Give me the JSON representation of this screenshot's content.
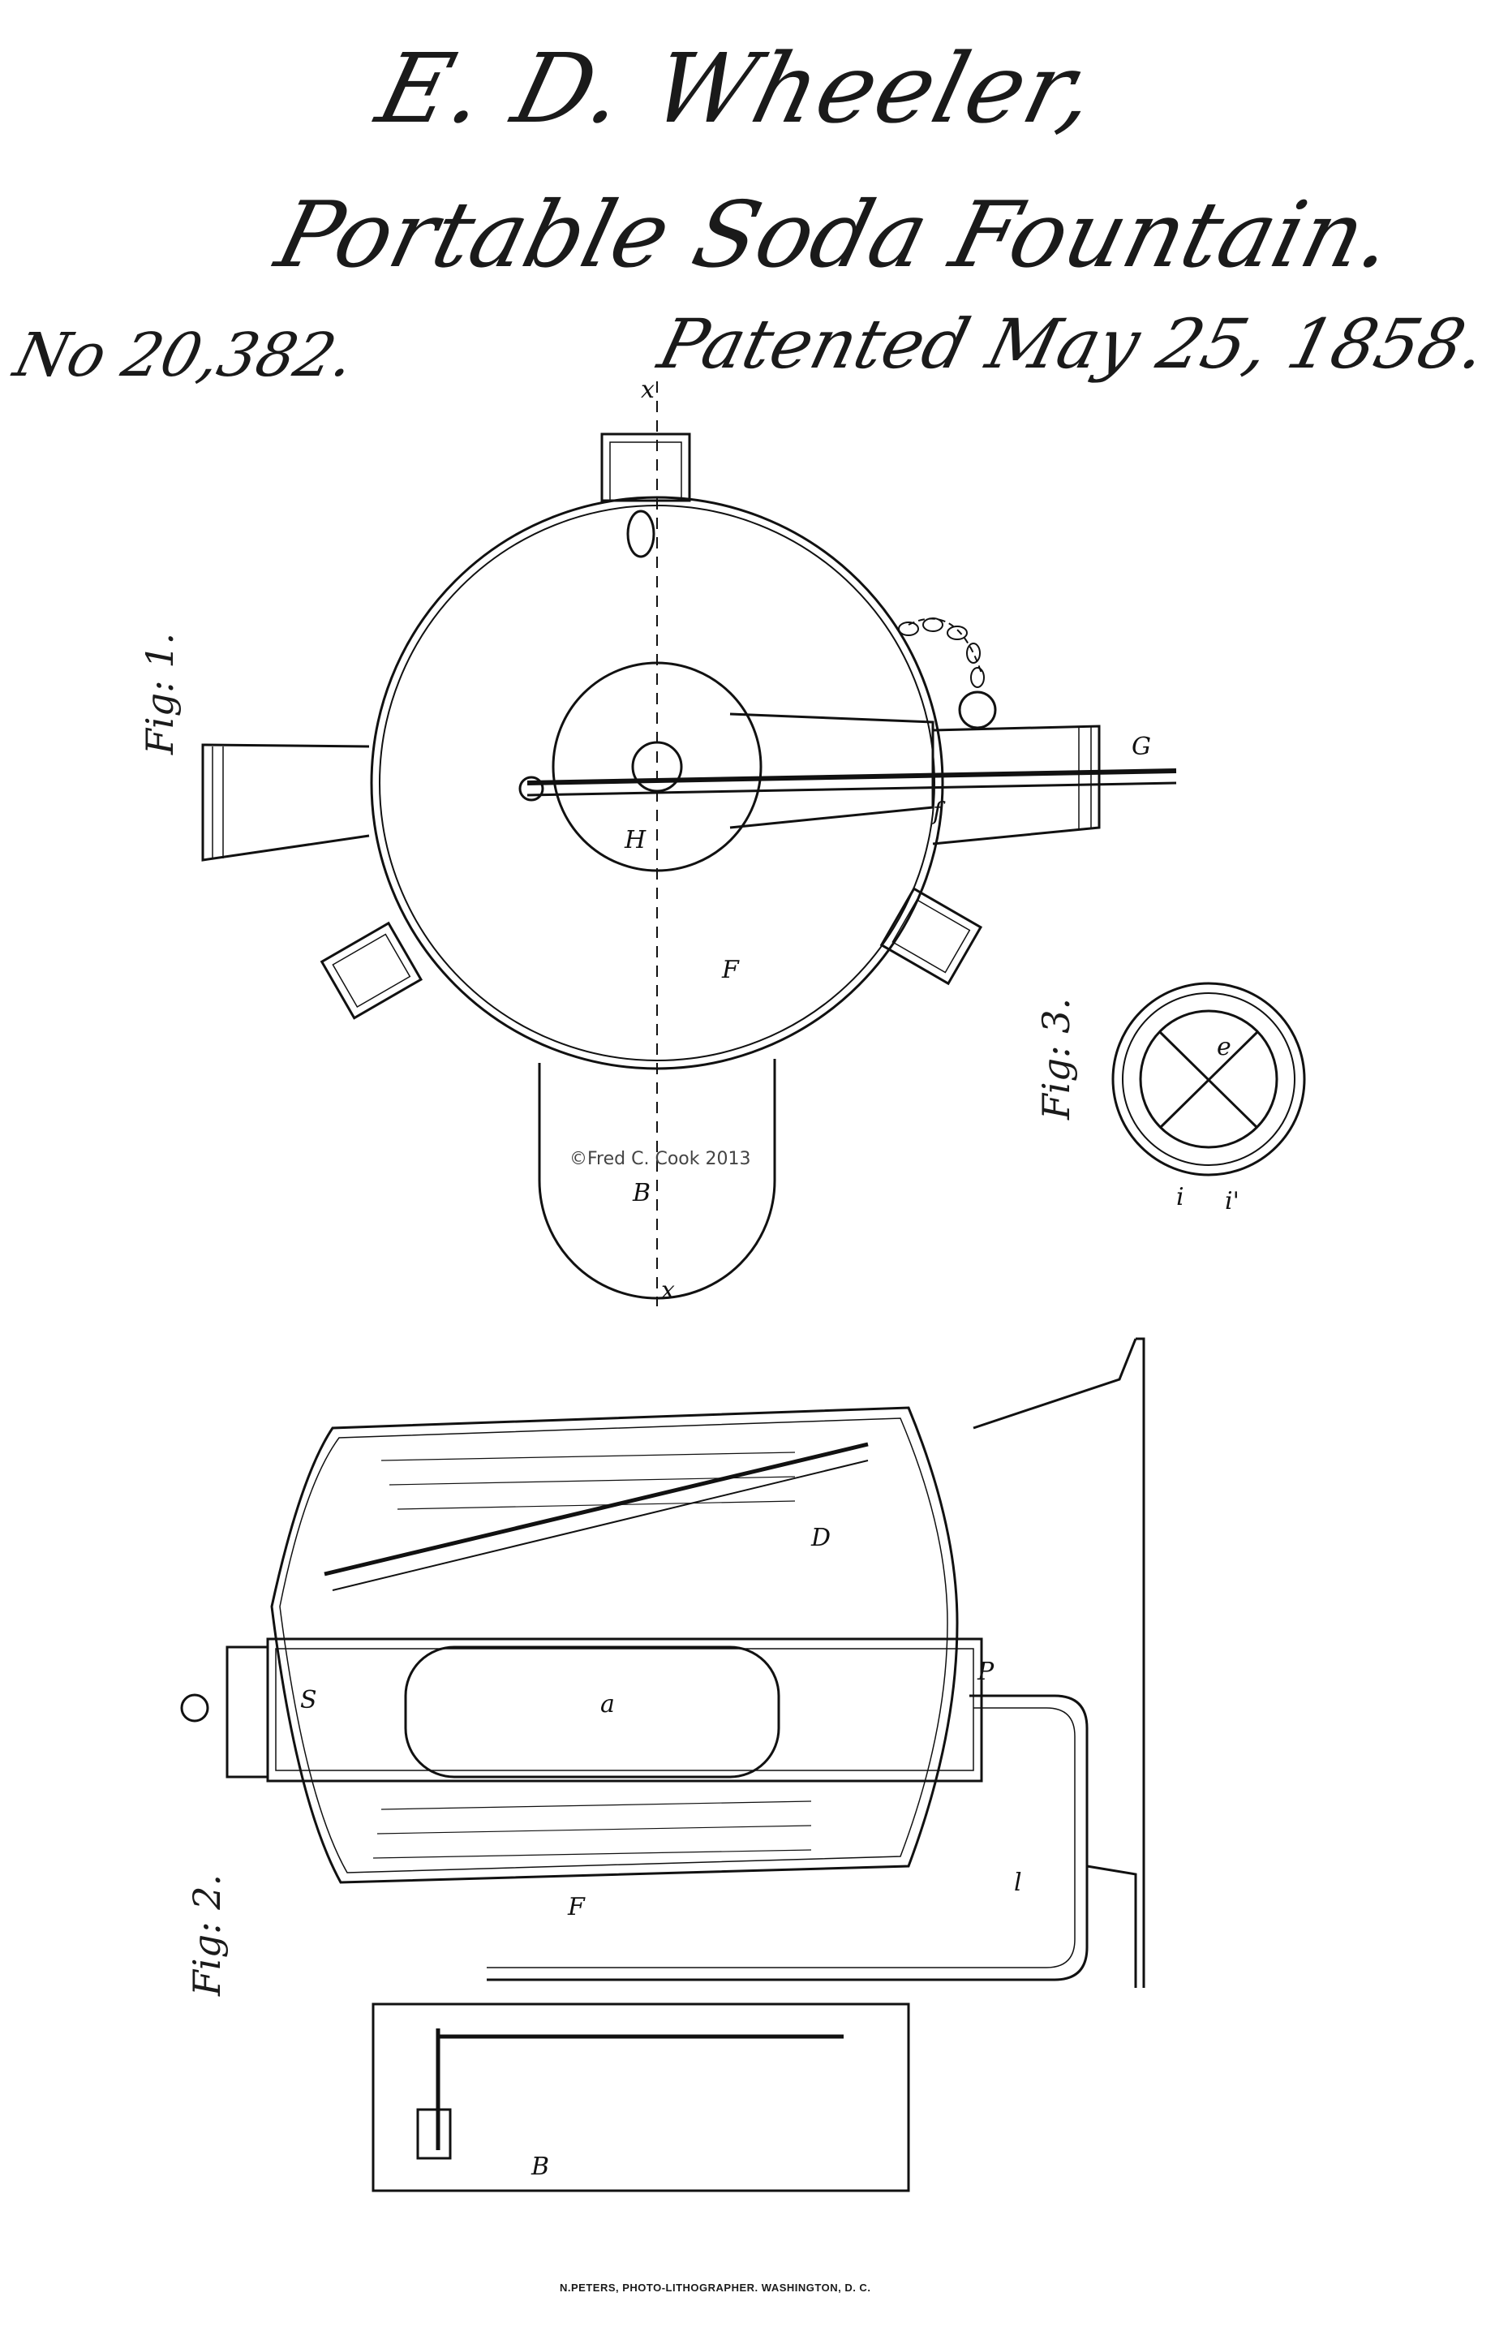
{
  "header": {
    "author": "E. D. Wheeler,",
    "title": "Portable Soda Fountain.",
    "patent_number": "No 20,382.",
    "patent_date": "Patented May 25, 1858."
  },
  "figures": {
    "fig1_label": "Fig: 1.",
    "fig2_label": "Fig: 2.",
    "fig3_label": "Fig: 3."
  },
  "reference_letters": {
    "x_top": "x",
    "x_bottom": "x",
    "F": "F",
    "H": "H",
    "B": "B",
    "G": "G",
    "e": "e",
    "f": "f",
    "F2": "F",
    "B2": "B",
    "S": "S",
    "a": "a",
    "D": "D",
    "P": "P",
    "l": "l",
    "i": "i",
    "i_prime": "i'"
  },
  "watermark": "©Fred C. Cook 2013",
  "footer": "N.PETERS, PHOTO-LITHOGRAPHER. WASHINGTON, D. C."
}
